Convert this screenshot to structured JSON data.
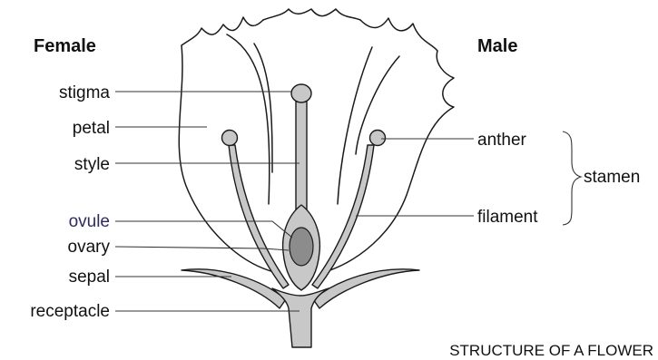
{
  "headings": {
    "female": "Female",
    "male": "Male"
  },
  "labels": {
    "stigma": "stigma",
    "petal": "petal",
    "style": "style",
    "ovule": "ovule",
    "ovary": "ovary",
    "sepal": "sepal",
    "receptacle": "receptacle",
    "anther": "anther",
    "filament": "filament",
    "stamen": "stamen"
  },
  "title": "STRUCTURE OF A FLOWER",
  "colors": {
    "text": "#111111",
    "ovule_text": "#2e2a5e",
    "tissue_fill": "#c8c8c8",
    "ovule_fill": "#8c8c8c",
    "outline": "#1a1a1a"
  }
}
